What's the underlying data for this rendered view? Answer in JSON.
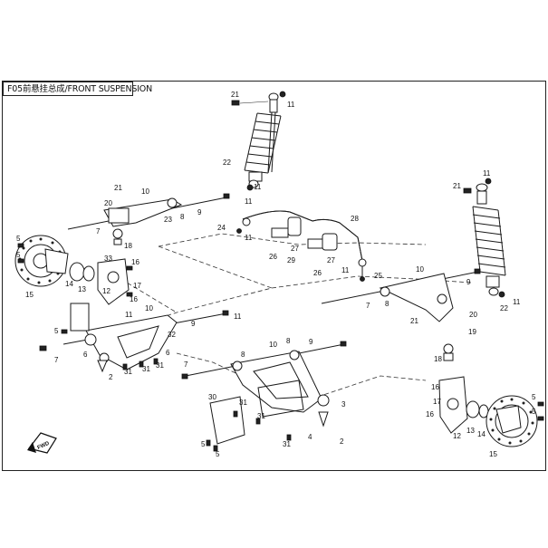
{
  "diagram": {
    "title": "F05前悬挂总成/FRONT SUSPENSION",
    "direction_label": "FWD",
    "callouts": [
      {
        "id": "c21a",
        "text": "21"
      },
      {
        "id": "c11a",
        "text": "11"
      },
      {
        "id": "c22a",
        "text": "22"
      },
      {
        "id": "c11b",
        "text": "11"
      },
      {
        "id": "c21b",
        "text": "21"
      },
      {
        "id": "c10a",
        "text": "10"
      },
      {
        "id": "c20a",
        "text": "20"
      },
      {
        "id": "c23",
        "text": "23"
      },
      {
        "id": "c8a",
        "text": "8"
      },
      {
        "id": "c9a",
        "text": "9"
      },
      {
        "id": "c11c",
        "text": "11"
      },
      {
        "id": "c7a",
        "text": "7"
      },
      {
        "id": "c18a",
        "text": "18"
      },
      {
        "id": "c5a",
        "text": "5"
      },
      {
        "id": "c5b",
        "text": "5"
      },
      {
        "id": "c33",
        "text": "33"
      },
      {
        "id": "c16a",
        "text": "16"
      },
      {
        "id": "c14a",
        "text": "14"
      },
      {
        "id": "c13a",
        "text": "13"
      },
      {
        "id": "c12a",
        "text": "12"
      },
      {
        "id": "c17a",
        "text": "17"
      },
      {
        "id": "c16b",
        "text": "16"
      },
      {
        "id": "c15a",
        "text": "15"
      },
      {
        "id": "c24",
        "text": "24"
      },
      {
        "id": "c11d",
        "text": "11"
      },
      {
        "id": "c27a",
        "text": "27"
      },
      {
        "id": "c28",
        "text": "28"
      },
      {
        "id": "c26a",
        "text": "26"
      },
      {
        "id": "c29",
        "text": "29"
      },
      {
        "id": "c27b",
        "text": "27"
      },
      {
        "id": "c26b",
        "text": "26"
      },
      {
        "id": "c11e",
        "text": "11"
      },
      {
        "id": "c25",
        "text": "25"
      },
      {
        "id": "c11f",
        "text": "11"
      },
      {
        "id": "c21c",
        "text": "21"
      },
      {
        "id": "c22b",
        "text": "22"
      },
      {
        "id": "c10b",
        "text": "10"
      },
      {
        "id": "c9b",
        "text": "9"
      },
      {
        "id": "c7b",
        "text": "7"
      },
      {
        "id": "c8b",
        "text": "8"
      },
      {
        "id": "c11g",
        "text": "11"
      },
      {
        "id": "c21d",
        "text": "21"
      },
      {
        "id": "c20b",
        "text": "20"
      },
      {
        "id": "c19a",
        "text": "19"
      },
      {
        "id": "c11h",
        "text": "11"
      },
      {
        "id": "c10c",
        "text": "10"
      },
      {
        "id": "c9c",
        "text": "9"
      },
      {
        "id": "c11i",
        "text": "11"
      },
      {
        "id": "c5c",
        "text": "5"
      },
      {
        "id": "c32",
        "text": "32"
      },
      {
        "id": "c7c",
        "text": "7"
      },
      {
        "id": "c6a",
        "text": "6"
      },
      {
        "id": "c6b",
        "text": "6"
      },
      {
        "id": "c31a",
        "text": "31"
      },
      {
        "id": "c31b",
        "text": "31"
      },
      {
        "id": "c31c",
        "text": "31"
      },
      {
        "id": "c2a",
        "text": "2"
      },
      {
        "id": "c10d",
        "text": "10"
      },
      {
        "id": "c8c",
        "text": "8"
      },
      {
        "id": "c9d",
        "text": "9"
      },
      {
        "id": "c8d",
        "text": "8"
      },
      {
        "id": "c7d",
        "text": "7"
      },
      {
        "id": "c30",
        "text": "30"
      },
      {
        "id": "c31d",
        "text": "31"
      },
      {
        "id": "c31e",
        "text": "31"
      },
      {
        "id": "c3",
        "text": "3"
      },
      {
        "id": "c4",
        "text": "4"
      },
      {
        "id": "c2b",
        "text": "2"
      },
      {
        "id": "c31f",
        "text": "31"
      },
      {
        "id": "c5d",
        "text": "5"
      },
      {
        "id": "c5e",
        "text": "5"
      },
      {
        "id": "c18b",
        "text": "18"
      },
      {
        "id": "c16c",
        "text": "16"
      },
      {
        "id": "c17b",
        "text": "17"
      },
      {
        "id": "c16d",
        "text": "16"
      },
      {
        "id": "c12b",
        "text": "12"
      },
      {
        "id": "c13b",
        "text": "13"
      },
      {
        "id": "c14b",
        "text": "14"
      },
      {
        "id": "c5f",
        "text": "5"
      },
      {
        "id": "c5g",
        "text": "5"
      },
      {
        "id": "c15b",
        "text": "15"
      }
    ]
  }
}
